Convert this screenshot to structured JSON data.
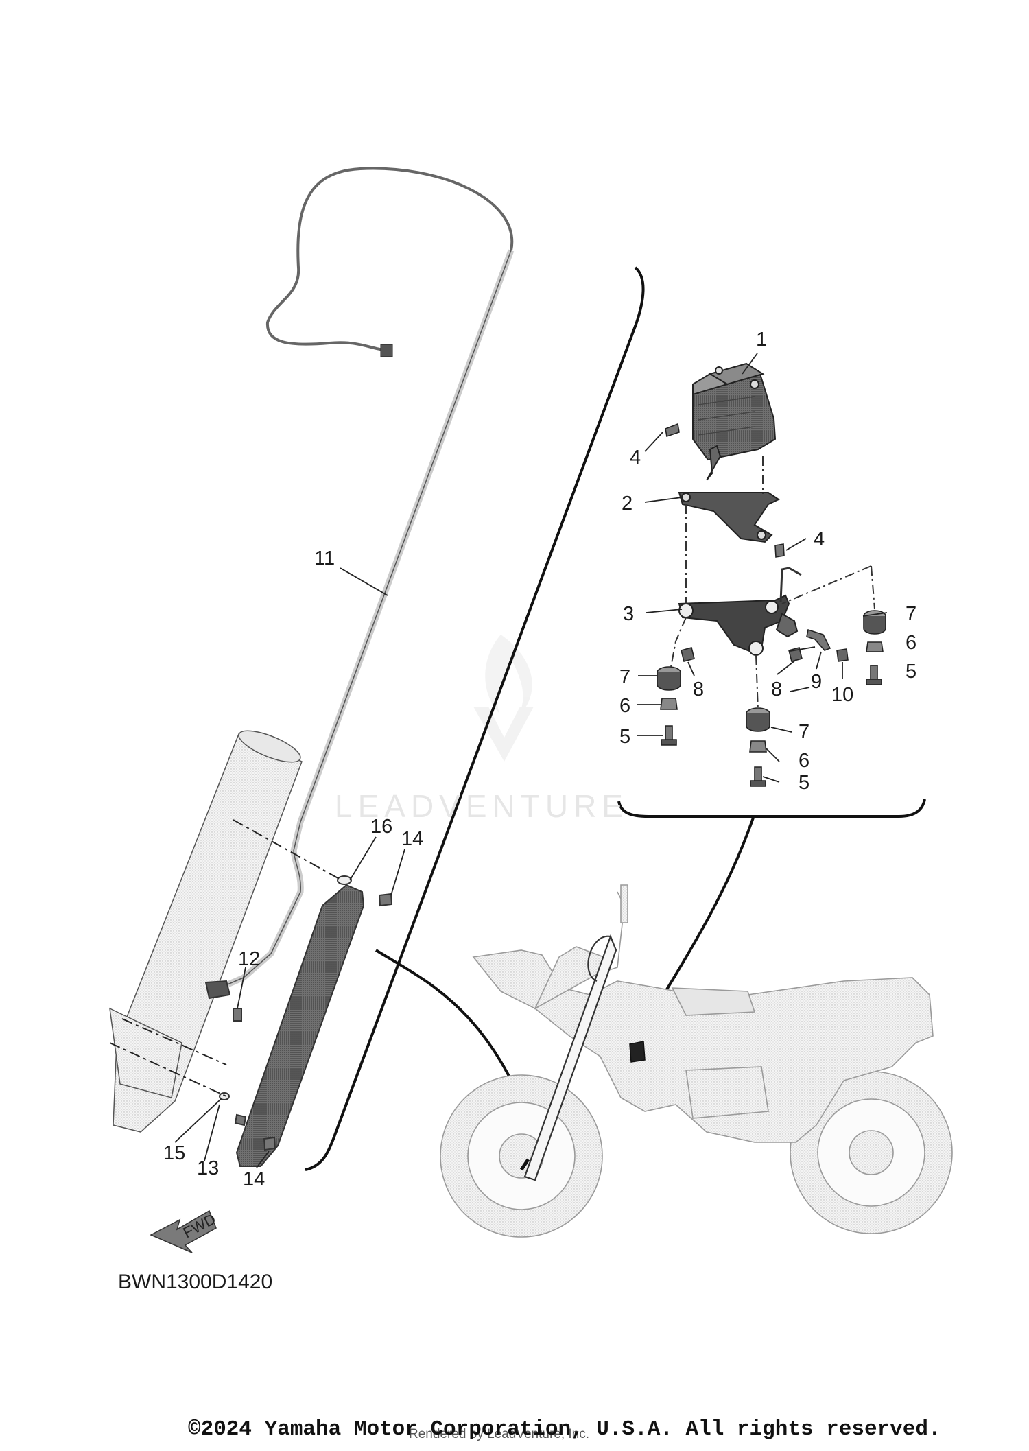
{
  "diagram": {
    "code": "BWN1300D1420",
    "copyright": "©2024 Yamaha Motor Corporation, U.S.A. All rights reserved.",
    "rendered_by": "Rendered by LeadVenture, Inc.",
    "watermark": "LEADVENTURE",
    "fwd_label": "FWD"
  },
  "callouts": [
    {
      "id": "c1",
      "label": "1"
    },
    {
      "id": "c2",
      "label": "2"
    },
    {
      "id": "c3",
      "label": "3"
    },
    {
      "id": "c4a",
      "label": "4"
    },
    {
      "id": "c4b",
      "label": "4"
    },
    {
      "id": "c5a",
      "label": "5"
    },
    {
      "id": "c5b",
      "label": "5"
    },
    {
      "id": "c5c",
      "label": "5"
    },
    {
      "id": "c6a",
      "label": "6"
    },
    {
      "id": "c6b",
      "label": "6"
    },
    {
      "id": "c6c",
      "label": "6"
    },
    {
      "id": "c7a",
      "label": "7"
    },
    {
      "id": "c7b",
      "label": "7"
    },
    {
      "id": "c7c",
      "label": "7"
    },
    {
      "id": "c8a",
      "label": "8"
    },
    {
      "id": "c8b",
      "label": "8"
    },
    {
      "id": "c9",
      "label": "9"
    },
    {
      "id": "c10",
      "label": "10"
    },
    {
      "id": "c11",
      "label": "11"
    },
    {
      "id": "c12",
      "label": "12"
    },
    {
      "id": "c13",
      "label": "13"
    },
    {
      "id": "c14a",
      "label": "14"
    },
    {
      "id": "c14b",
      "label": "14"
    },
    {
      "id": "c15",
      "label": "15"
    },
    {
      "id": "c16",
      "label": "16"
    }
  ]
}
